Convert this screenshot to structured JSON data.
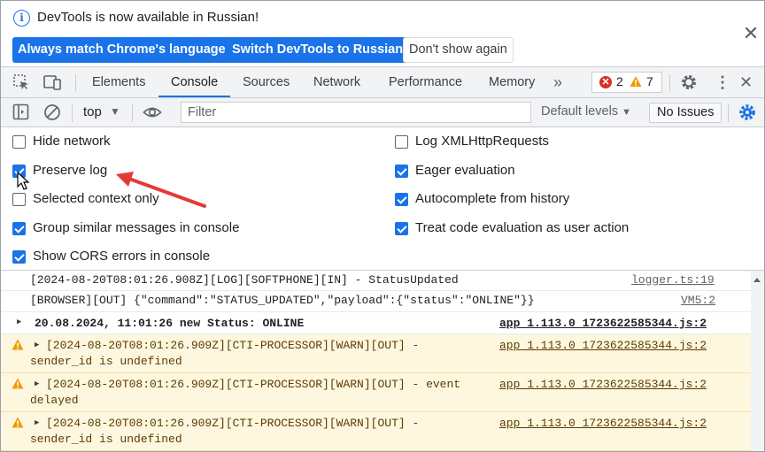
{
  "infobar": {
    "message": "DevTools is now available in Russian!",
    "buttons": {
      "match": "Always match Chrome's language",
      "switch": "Switch DevTools to Russian",
      "dismiss": "Don't show again"
    },
    "close_icon": "close-icon"
  },
  "tabs": {
    "items": [
      "Elements",
      "Console",
      "Sources",
      "Network",
      "Performance",
      "Memory"
    ],
    "active": "Console",
    "more_icon": "chevron-double-right-icon",
    "error_count": "2",
    "warning_count": "7"
  },
  "console_toolbar": {
    "context": "top",
    "filter_placeholder": "Filter",
    "levels": "Default levels",
    "issues": "No Issues"
  },
  "settings": {
    "left": [
      {
        "label": "Hide network",
        "checked": false
      },
      {
        "label": "Preserve log",
        "checked": true
      },
      {
        "label": "Selected context only",
        "checked": false
      },
      {
        "label": "Group similar messages in console",
        "checked": true
      },
      {
        "label": "Show CORS errors in console",
        "checked": true
      }
    ],
    "right": [
      {
        "label": "Log XMLHttpRequests",
        "checked": false
      },
      {
        "label": "Eager evaluation",
        "checked": true
      },
      {
        "label": "Autocomplete from history",
        "checked": true
      },
      {
        "label": "Treat code evaluation as user action",
        "checked": true
      }
    ]
  },
  "log": [
    {
      "text": "[2024-08-20T08:01:26.908Z][LOG][SOFTPHONE][IN] - StatusUpdated",
      "source": "logger.ts:19",
      "level": "info"
    },
    {
      "text": "[BROWSER][OUT] {\"command\":\"STATUS_UPDATED\",\"payload\":{\"status\":\"ONLINE\"}}",
      "source": "VM5:2",
      "level": "info"
    },
    {
      "text": "20.08.2024, 11:01:26 new Status: ONLINE",
      "source": "app_1.113.0_1723622585344.js:2",
      "level": "group"
    },
    {
      "text": "[2024-08-20T08:01:26.909Z][CTI-PROCESSOR][WARN][OUT] -",
      "text2": "sender_id is undefined",
      "source": "app_1.113.0_1723622585344.js:2",
      "level": "warn"
    },
    {
      "text": "[2024-08-20T08:01:26.909Z][CTI-PROCESSOR][WARN][OUT] - event",
      "text2": "delayed",
      "source": "app_1.113.0_1723622585344.js:2",
      "level": "warn"
    },
    {
      "text": "[2024-08-20T08:01:26.909Z][CTI-PROCESSOR][WARN][OUT] -",
      "text2": "sender_id is undefined",
      "source": "app_1.113.0_1723622585344.js:2",
      "level": "warn"
    }
  ],
  "colors": {
    "accent": "#1a73e8",
    "error": "#d93025",
    "warning_bg": "#fef7e0",
    "annotation_arrow": "#e53935"
  }
}
